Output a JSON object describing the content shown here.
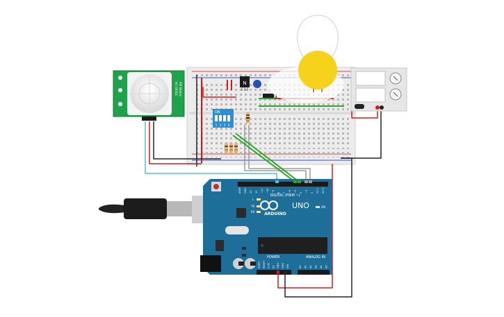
{
  "pir_sensor": {
    "label_a": "HC-SR501",
    "label_b": "PIR Motion",
    "color": "#1fa34a"
  },
  "transistor": {
    "label": "N"
  },
  "dip_switch": {
    "on_label": "ON",
    "positions": [
      "1",
      "2",
      "3",
      "4"
    ]
  },
  "power_supply": {
    "color": "#e6e6e6"
  },
  "arduino": {
    "logo_text": "ARDUINO",
    "model": "UNO",
    "digital_label": "DIGITAL (PWM ~)",
    "power_label": "POWER",
    "analog_label": "ANALOG IN",
    "on_led_label": "ON",
    "led_labels": [
      "L",
      "TX",
      "RX"
    ],
    "digital_pins": [
      "AREF",
      "GND",
      "13",
      "12",
      "~11",
      "~10",
      "~9",
      "8",
      "7",
      "~6",
      "~5",
      "4",
      "~3",
      "2",
      "TX 1",
      "RX 0"
    ],
    "power_pins": [
      "IOREF",
      "RESET",
      "3.3V",
      "5V",
      "GND",
      "GND",
      "VIN"
    ],
    "analog_pins": [
      "A0",
      "A1",
      "A2",
      "A3",
      "A4",
      "A5"
    ],
    "board_color": "#1d6f99"
  },
  "bulb": {
    "color": "#f7d21c"
  },
  "wire_colors": {
    "red": "#d11a1a",
    "black": "#222222",
    "green": "#2fa52a",
    "gray": "#9a9a9a",
    "teal": "#54c0c8"
  }
}
